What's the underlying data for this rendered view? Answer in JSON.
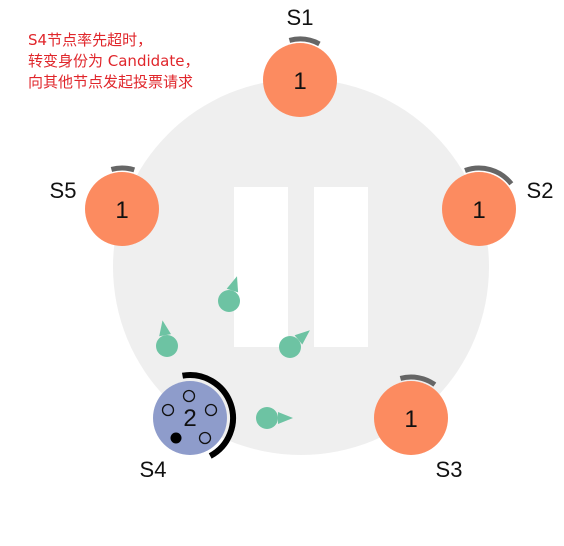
{
  "caption": {
    "lines": [
      "S4节点率先超时，",
      "转变身份为 Candidate，",
      "向其他节点发起投票请求"
    ]
  },
  "colors": {
    "follower_fill": "#fc8b60",
    "candidate_fill": "#8e9ccb",
    "timer_arc": "#666666",
    "candidate_arc": "#000000",
    "message": "#6dc3a3",
    "background_ring": "#efefef"
  },
  "icons": {
    "pause": "pause-icon"
  },
  "nodes": [
    {
      "id": "S1",
      "label": "S1",
      "term": "1",
      "role": "follower",
      "timer": 0.12
    },
    {
      "id": "S2",
      "label": "S2",
      "term": "1",
      "role": "follower",
      "timer": 0.2
    },
    {
      "id": "S3",
      "label": "S3",
      "term": "1",
      "role": "follower",
      "timer": 0.14
    },
    {
      "id": "S4",
      "label": "S4",
      "term": "2",
      "role": "candidate",
      "timer": 0.45
    },
    {
      "id": "S5",
      "label": "S5",
      "term": "1",
      "role": "follower",
      "timer": 0.09
    }
  ],
  "vote_requests": [
    {
      "to": "S1"
    },
    {
      "to": "S2"
    },
    {
      "to": "S3"
    },
    {
      "to": "S5"
    }
  ]
}
